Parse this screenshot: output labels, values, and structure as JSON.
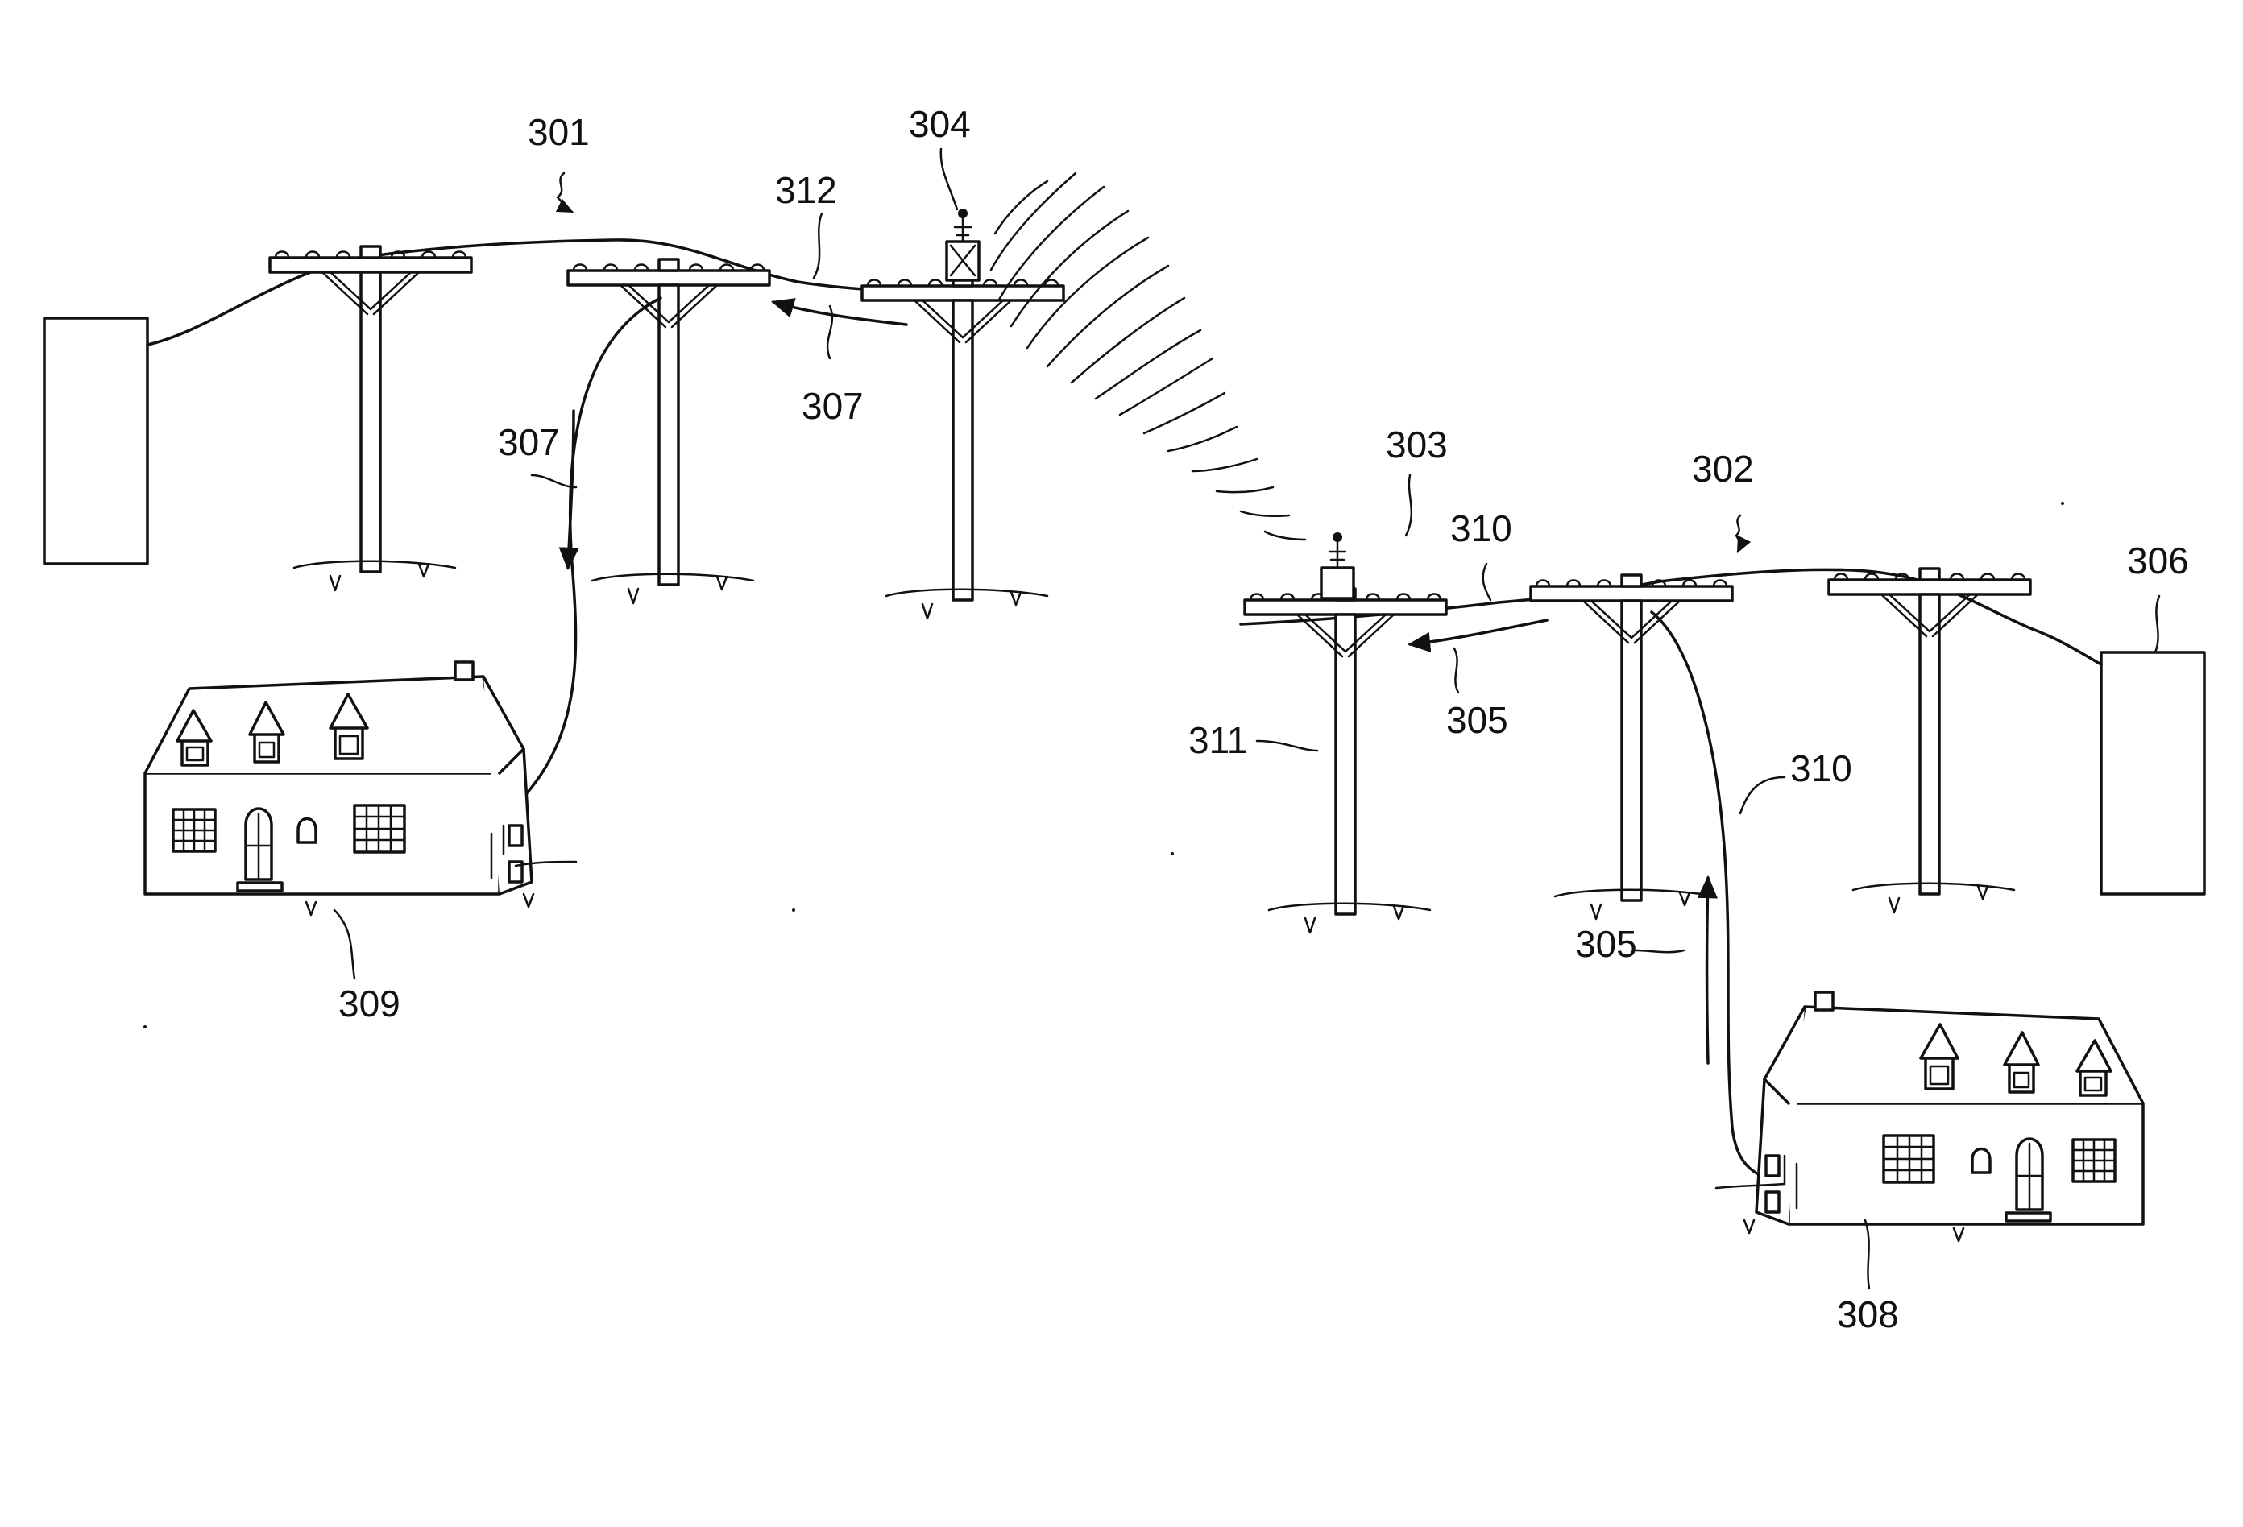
{
  "figure": {
    "line_color": "#111111",
    "background": "#ffffff",
    "reference_numerals": {
      "n301": "301",
      "n302": "302",
      "n303": "303",
      "n304": "304",
      "n305a": "305",
      "n305b": "305",
      "n306": "306",
      "n307a": "307",
      "n307b": "307",
      "n308": "308",
      "n309": "309",
      "n310a": "310",
      "n310b": "310",
      "n311": "311",
      "n312": "312"
    }
  }
}
